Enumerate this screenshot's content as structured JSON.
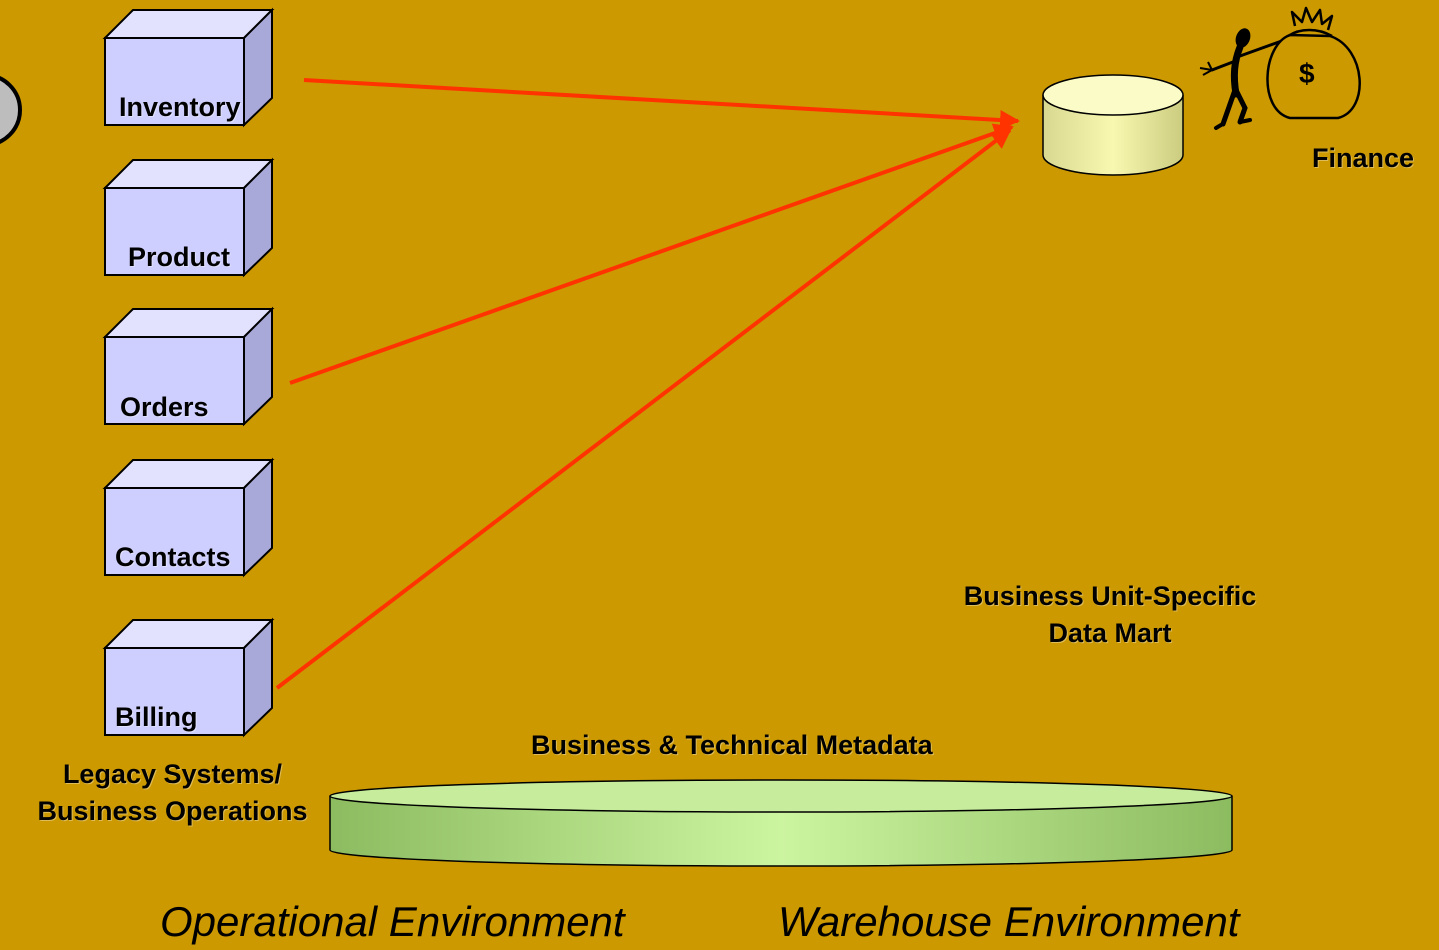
{
  "colors": {
    "background": "#cc9900",
    "box_front": "#cfcfff",
    "box_top": "#e2e2ff",
    "box_side": "#a9a9d9",
    "arrow": "#ff3300",
    "mart_fill": "#f0f0a0",
    "metadata_fill": "#b8e890"
  },
  "sources": [
    {
      "label": "Inventory"
    },
    {
      "label": "Product"
    },
    {
      "label": "Orders"
    },
    {
      "label": "Contacts"
    },
    {
      "label": "Billing"
    }
  ],
  "legacy_caption": {
    "line1": "Legacy Systems/",
    "line2": "Business Operations"
  },
  "data_mart": {
    "caption_line1": "Business Unit-Specific",
    "caption_line2": "Data Mart"
  },
  "finance": {
    "label": "Finance",
    "icon": "person-with-money-bag-icon",
    "bag_symbol": "$"
  },
  "metadata": {
    "label": "Business & Technical Metadata"
  },
  "environments": {
    "operational": "Operational Environment",
    "warehouse": "Warehouse Environment"
  }
}
